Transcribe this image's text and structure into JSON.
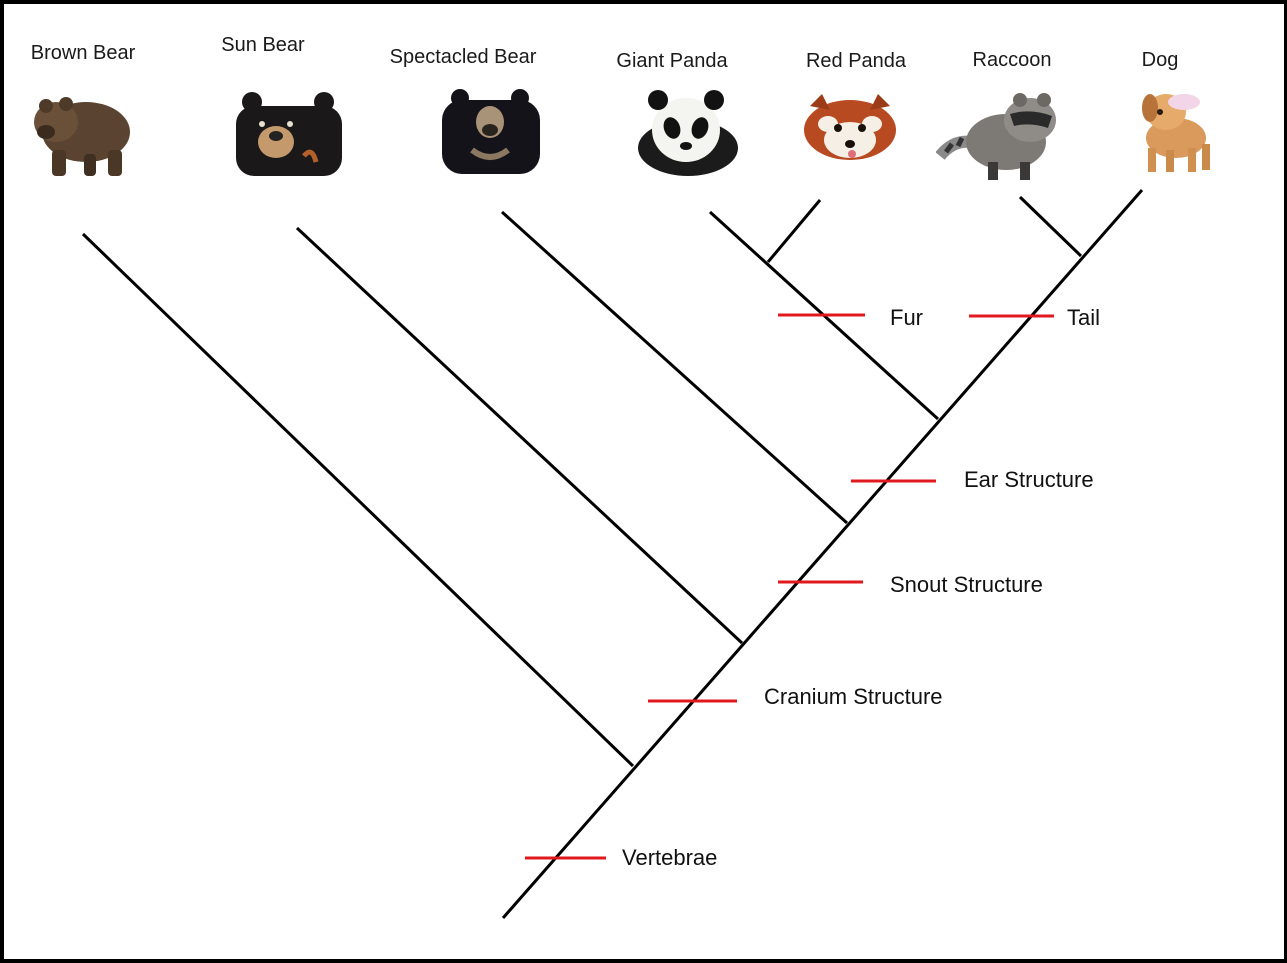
{
  "taxa": [
    {
      "name": "Brown Bear",
      "icon": "brown-bear-photo"
    },
    {
      "name": "Sun Bear",
      "icon": "sun-bear-photo"
    },
    {
      "name": "Spectacled Bear",
      "icon": "spectacled-bear-photo"
    },
    {
      "name": "Giant Panda",
      "icon": "giant-panda-photo"
    },
    {
      "name": "Red Panda",
      "icon": "red-panda-photo"
    },
    {
      "name": "Raccoon",
      "icon": "raccoon-photo"
    },
    {
      "name": "Dog",
      "icon": "dog-photo"
    }
  ],
  "traits": [
    "Vertebrae",
    "Cranium Structure",
    "Snout Structure",
    "Ear Structure",
    "Fur",
    "Tail"
  ],
  "colors": {
    "line": "#000000",
    "trait_mark": "#e0191f"
  }
}
